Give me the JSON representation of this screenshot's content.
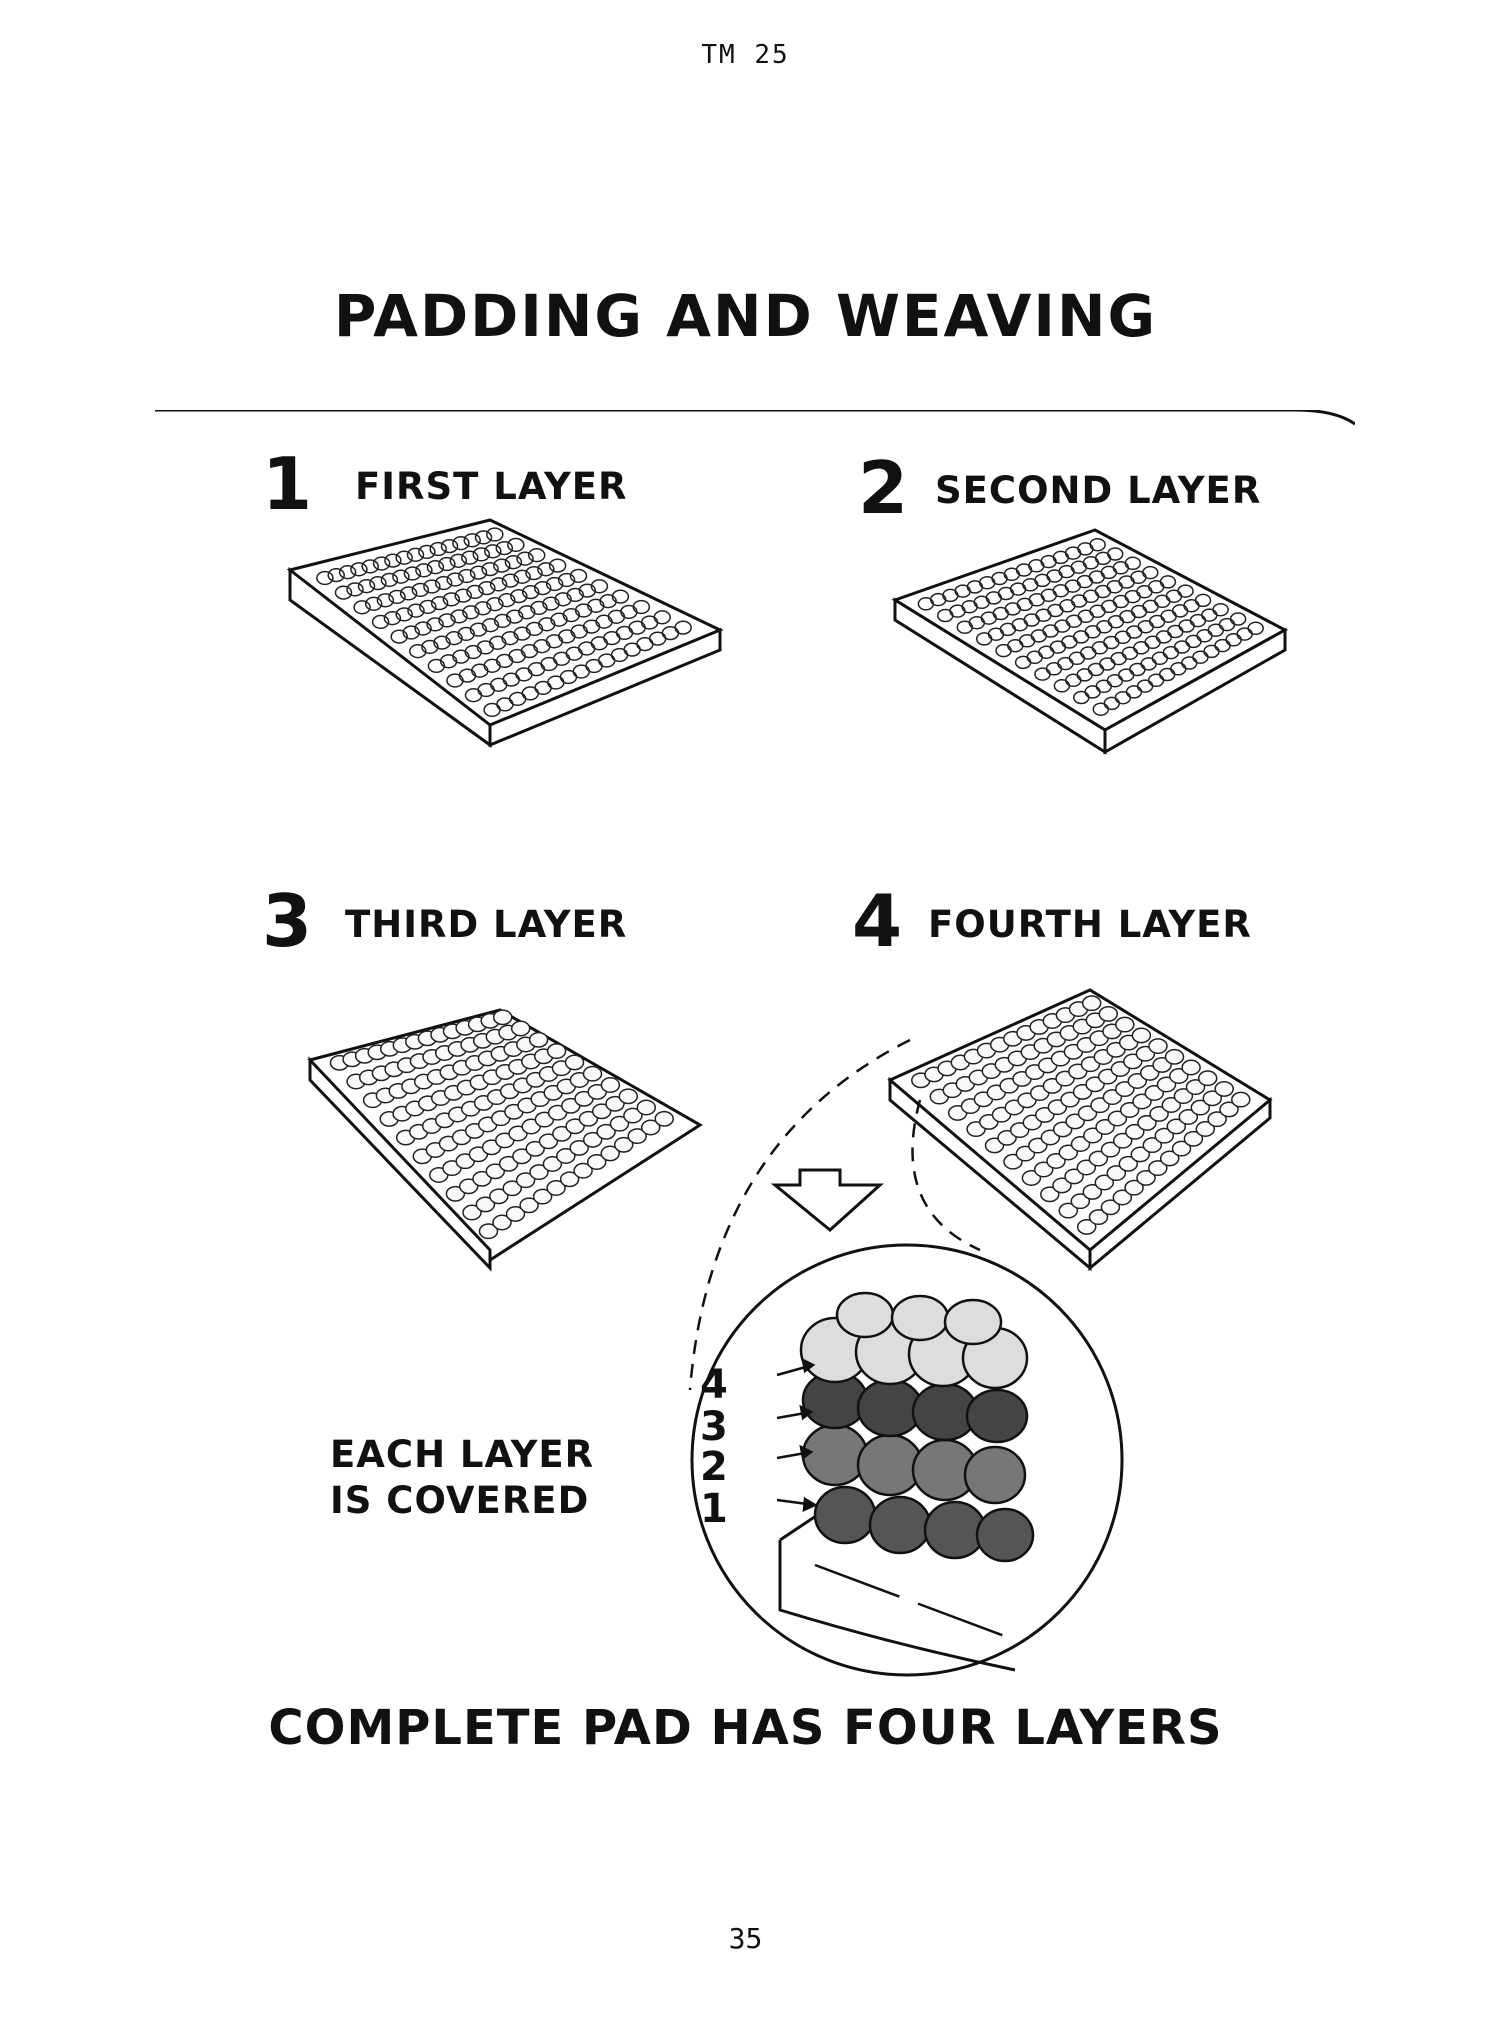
{
  "header": {
    "doc_code": "TM 25"
  },
  "title": "PADDING AND WEAVING",
  "steps": [
    {
      "number": "1",
      "label": "FIRST LAYER"
    },
    {
      "number": "2",
      "label": "SECOND LAYER"
    },
    {
      "number": "3",
      "label": "THIRD LAYER"
    },
    {
      "number": "4",
      "label": "FOURTH LAYER"
    }
  ],
  "detail": {
    "caption_line1": "EACH LAYER",
    "caption_line2": "IS COVERED",
    "layer_callouts": [
      "4",
      "3",
      "2",
      "1"
    ]
  },
  "conclusion": "COMPLETE PAD HAS FOUR LAYERS",
  "page_number": "35"
}
